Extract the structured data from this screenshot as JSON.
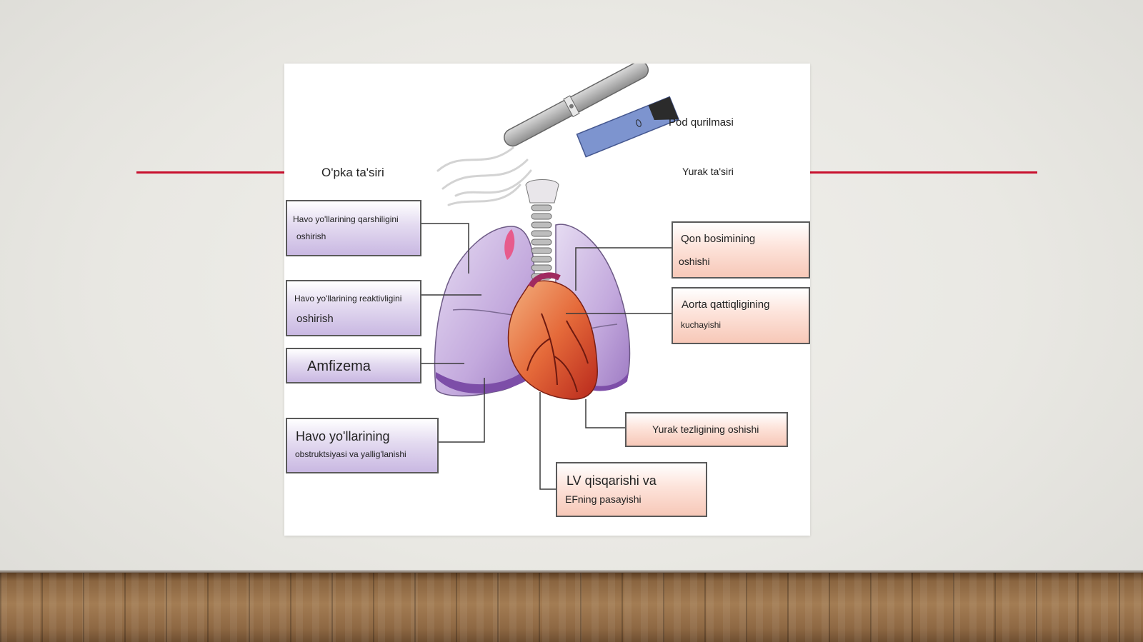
{
  "diagram": {
    "device_label": "Pod qurilmasi",
    "lung_title": "O'pka ta'siri",
    "heart_title": "Yurak ta'siri",
    "lung_effects": [
      {
        "line1": "Havo yo'llarining qarshiligini",
        "line2": "oshirish"
      },
      {
        "line1": "Havo yo'llarining reaktivligini",
        "line2": "oshirish"
      },
      {
        "line1": "Amfizema"
      },
      {
        "line1": "Havo yo'llarining",
        "line2": "obstruktsiyasi va yallig'lanishi"
      }
    ],
    "heart_effects": [
      {
        "line1": "Qon bosimining",
        "line2": "oshishi"
      },
      {
        "line1": "Aorta qattiqligining",
        "line2": "kuchayishi"
      },
      {
        "line1": "Yurak tezligining oshishi"
      },
      {
        "line1": "LV qisqarishi va",
        "line2": "EFning pasayishi"
      }
    ]
  },
  "colors": {
    "accent_line": "#c8102e",
    "lung_box": "#d4c6e8",
    "heart_box": "#f9d3c6"
  },
  "icons": [
    "vape-device-icon",
    "vape-pod-icon",
    "smoke-icon",
    "lungs-icon",
    "heart-icon",
    "trachea-icon"
  ]
}
